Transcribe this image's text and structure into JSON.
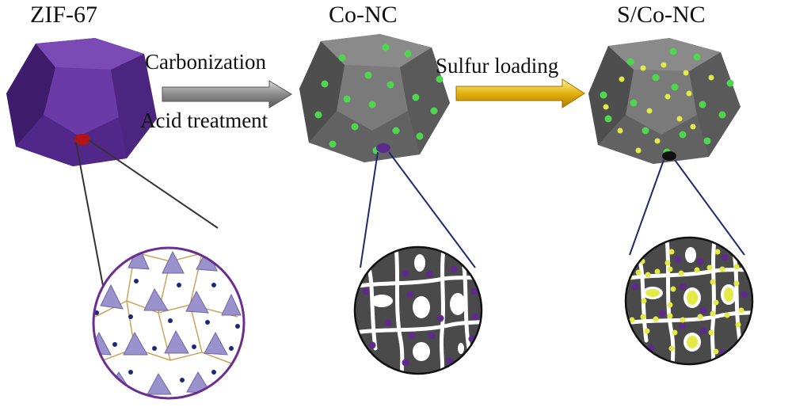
{
  "stages": [
    {
      "name": "ZIF-67",
      "body_color": "#5b2d91",
      "detail_ring_color": "#6b2f8f",
      "marker_color": "#b11414"
    },
    {
      "name": "Co-NC",
      "body_color": "#6a6a6a",
      "detail_ring_color": "#1f2a6b",
      "marker_color": "#5a2a8f",
      "dot_color": "#4fd64f"
    },
    {
      "name": "S/Co-NC",
      "body_color": "#6a6a6a",
      "detail_ring_color": "#1f2a6b",
      "marker_color": "#111111",
      "dot_color": "#4fd64f",
      "sulfur_color": "#e4ea45"
    }
  ],
  "steps": [
    {
      "labels": [
        "Carbonization",
        "Acid treatment"
      ],
      "arrow_color": "#8a8a8a"
    },
    {
      "labels": [
        "Sulfur loading"
      ],
      "arrow_color": "#e3b10c"
    }
  ],
  "detail_colors": {
    "pore_bg": "#4a4a4a",
    "network": "#ffffff",
    "cobalt": "#5e2a8c",
    "crystal": "#9a92cc"
  }
}
